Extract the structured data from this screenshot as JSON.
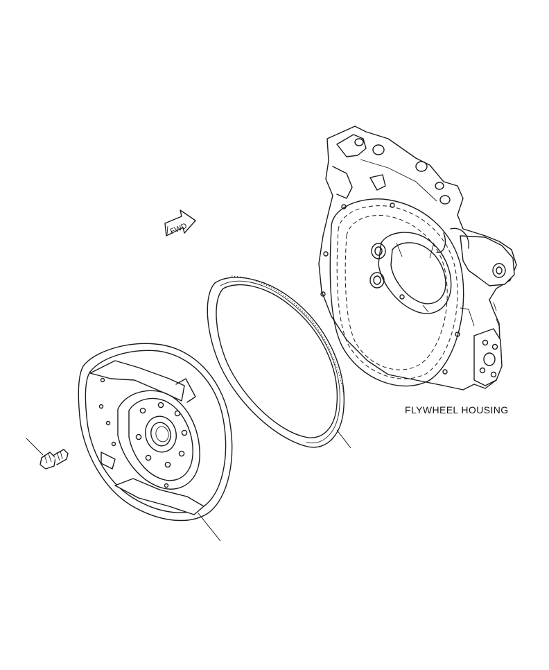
{
  "diagram": {
    "labels": {
      "flywheel_housing": "FLYWHEEL HOUSING",
      "fwd_arrow": "FWD"
    },
    "parts": [
      "flywheel-housing",
      "ring-gear",
      "flywheel",
      "flywheel-bolt"
    ]
  }
}
